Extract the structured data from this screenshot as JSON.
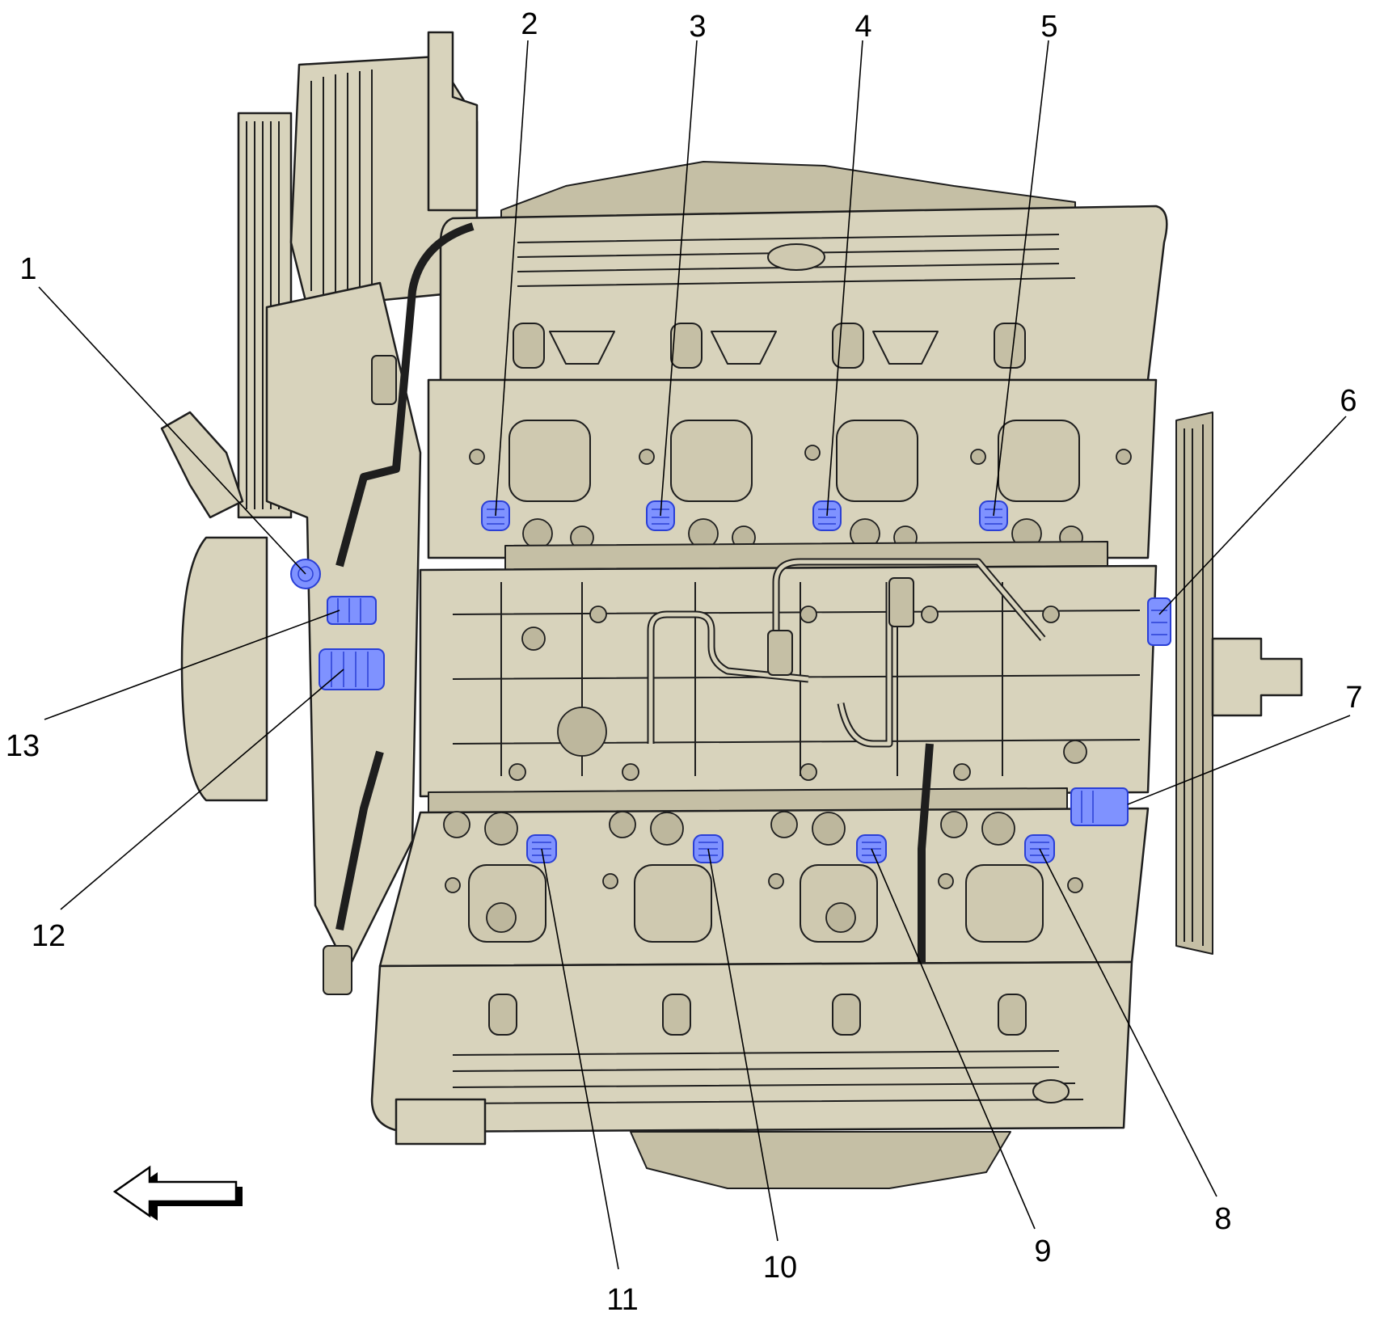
{
  "diagram": {
    "callouts": [
      {
        "id": 1,
        "label": "1"
      },
      {
        "id": 2,
        "label": "2"
      },
      {
        "id": 3,
        "label": "3"
      },
      {
        "id": 4,
        "label": "4"
      },
      {
        "id": 5,
        "label": "5"
      },
      {
        "id": 6,
        "label": "6"
      },
      {
        "id": 7,
        "label": "7"
      },
      {
        "id": 8,
        "label": "8"
      },
      {
        "id": 9,
        "label": "9"
      },
      {
        "id": 10,
        "label": "10"
      },
      {
        "id": 11,
        "label": "11"
      },
      {
        "id": 12,
        "label": "12"
      },
      {
        "id": 13,
        "label": "13"
      }
    ],
    "colors": {
      "engine_fill": "#d8d3bc",
      "highlight": "#7f92ff",
      "highlight_stroke": "#2a3fd6",
      "line": "#1e1e1e"
    },
    "icons": {
      "direction_arrow": "left-arrow-icon"
    }
  }
}
